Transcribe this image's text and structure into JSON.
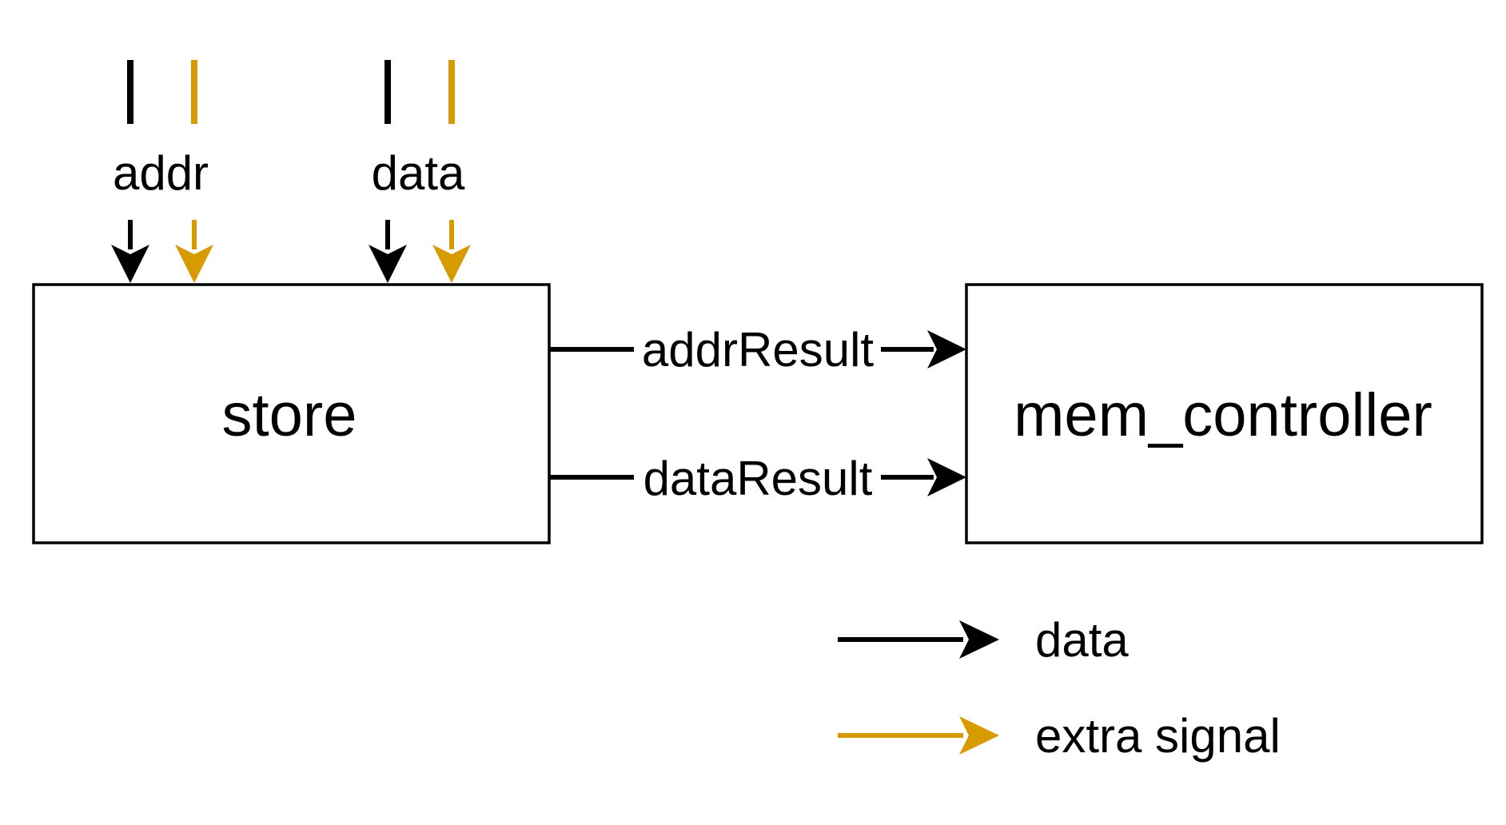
{
  "colors": {
    "data": "#000000",
    "extra_signal": "#d79b00",
    "background": "#ffffff"
  },
  "inputs": {
    "addr": "addr",
    "data": "data"
  },
  "blocks": {
    "store": "store",
    "mem_controller": "mem_controller"
  },
  "connections": {
    "addr_result": "addrResult",
    "data_result": "dataResult"
  },
  "legend": {
    "data": "data",
    "extra_signal": "extra signal"
  }
}
